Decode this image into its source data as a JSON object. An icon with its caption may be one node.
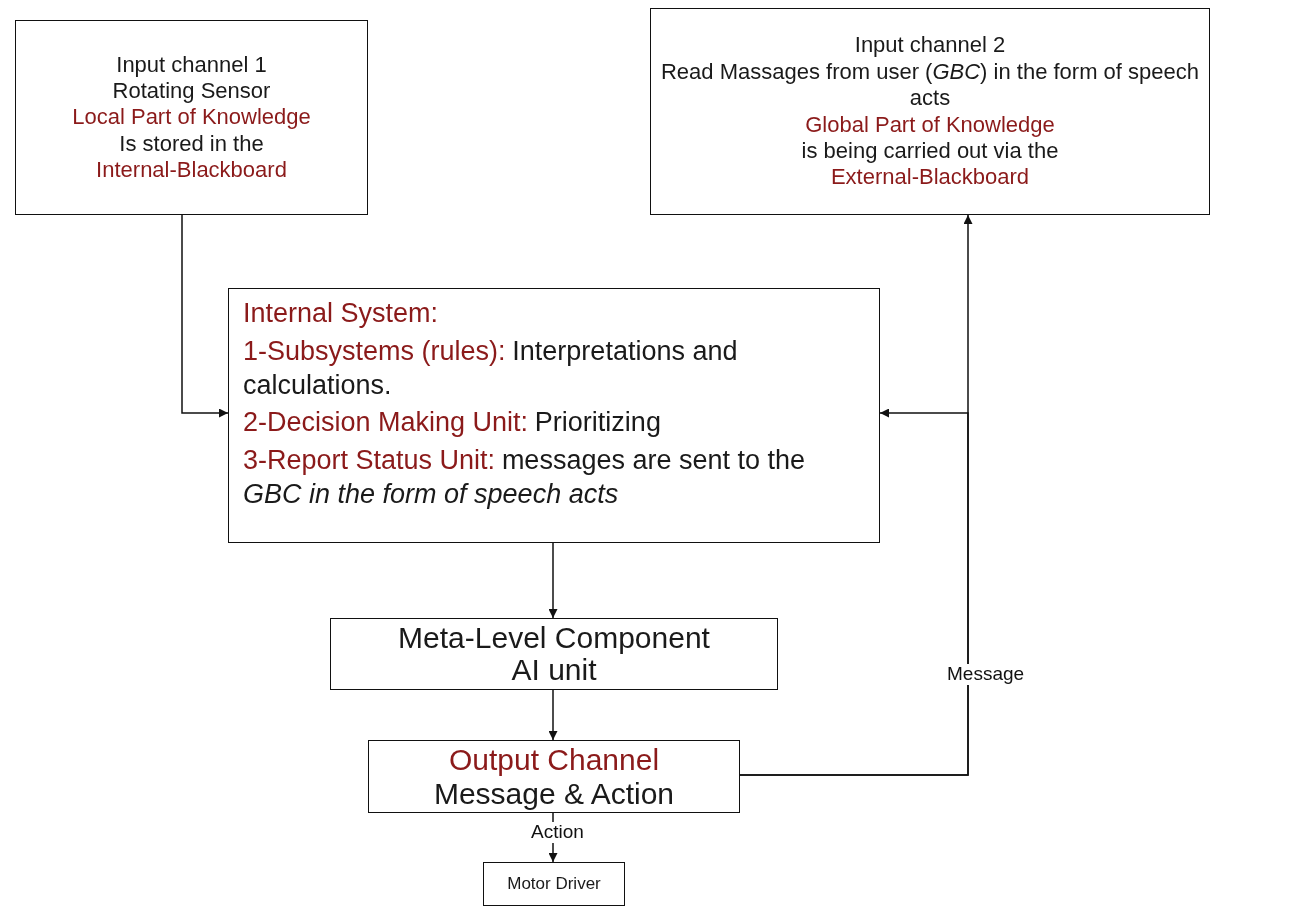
{
  "diagram": {
    "nodes": [
      {
        "text": [
          "Input channel 1",
          "Rotating Sensor",
          "Local Part of Knowledge",
          "Is stored in the",
          "Internal-Blackboard"
        ]
      },
      {
        "text": [
          "Input channel 2",
          "Read Massages from user (*GBC*) in the form of speech acts",
          "Global Part of Knowledge",
          "is being carried out via the",
          "External-Blackboard"
        ]
      },
      {
        "text": [
          "Internal System:",
          "1-Subsystems (rules):",
          "Interpretations and calculations.",
          "2-Decision Making Unit:",
          "Prioritizing",
          "3-Report Status Unit:",
          "messages are sent to the *GBC in the form of speech acts*"
        ]
      },
      {
        "text": [
          "Meta-Level Component AI unit"
        ]
      },
      {
        "text": [
          "Output Channel",
          "Message & Action"
        ]
      },
      {
        "text": [
          "Motor Driver"
        ]
      }
    ],
    "edges": [
      {
        "from": 0,
        "to": 2,
        "arrow": "to"
      },
      {
        "from": 2,
        "to": 3,
        "arrow": "to"
      },
      {
        "from": 3,
        "to": 4,
        "arrow": "to"
      },
      {
        "from": 4,
        "to": 5,
        "arrow": "to",
        "label": "Action"
      },
      {
        "from": 4,
        "to": 1,
        "arrow": "to",
        "label": "Message"
      },
      {
        "from": 4,
        "to": 2,
        "arrow": "to"
      }
    ]
  }
}
